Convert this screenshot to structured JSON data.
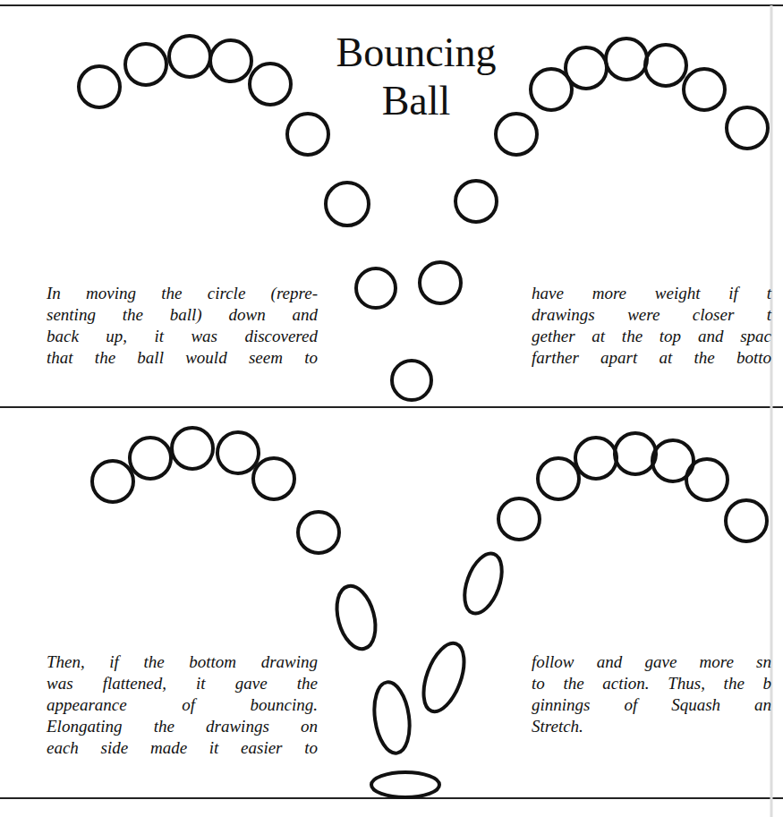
{
  "diagram": {
    "title": "Bouncing Ball",
    "labels": [
      "In moving the circle (repre-",
      "senting the ball) down and",
      "back up, it was discovered",
      "that the ball would seem to",
      "have more weight if t",
      "drawings were closer t",
      "gether at the top and spac",
      "farther apart at the botto",
      "Then, if the bottom drawing",
      "was flattened, it gave the",
      "appearance of bouncing.",
      "Elongating the drawings on",
      "each side made it easier to",
      "follow and gave more sn",
      "to the action. Thus, the b",
      "ginnings of Squash an",
      "Stretch."
    ]
  }
}
